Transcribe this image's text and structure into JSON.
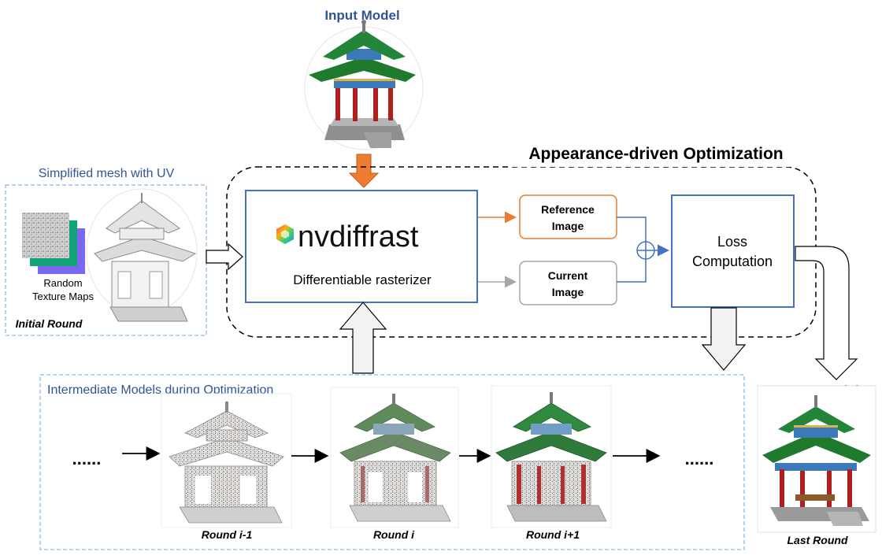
{
  "input_model": {
    "title": "Input Model"
  },
  "appearance_optimization": {
    "title": "Appearance-driven Optimization"
  },
  "simplified_mesh": {
    "title": "Simplified mesh with UV",
    "texture_caption_line1": "Random",
    "texture_caption_line2": "Texture Maps",
    "round_label": "Initial Round"
  },
  "rasterizer": {
    "logo_text": "nvdiffrast",
    "subtitle": "Differentiable rasterizer"
  },
  "reference_image": {
    "line1": "Reference",
    "line2": "Image"
  },
  "current_image": {
    "line1": "Current",
    "line2": "Image"
  },
  "loss": {
    "line1": "Loss",
    "line2": "Computation"
  },
  "intermediate": {
    "title": "Intermediate Models during Optimization",
    "ellipsis": "......",
    "rounds": [
      {
        "label": "Round i-1"
      },
      {
        "label": "Round i"
      },
      {
        "label": "Round i+1"
      }
    ]
  },
  "output_model": {
    "title": "Output Model",
    "round_label": "Last Round"
  },
  "colors": {
    "title_blue": "#2f5597",
    "box_blue": "#4472c4",
    "orange": "#ed7d31",
    "gray": "#a6a6a6",
    "dashed_light": "#9dc3e6",
    "roof_green": "#1f7a2e",
    "pillar_red": "#b01e1e",
    "stone_gray": "#9a9a9a"
  }
}
